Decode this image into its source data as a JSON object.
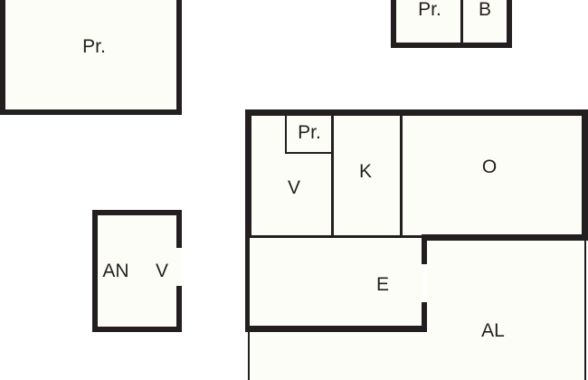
{
  "diagram": {
    "type": "floor-plan",
    "rooms": [
      {
        "id": "pr-top-left",
        "label": "Pr."
      },
      {
        "id": "pr-top-right",
        "label": "Pr."
      },
      {
        "id": "b-top-right",
        "label": "B"
      },
      {
        "id": "pr-small",
        "label": "Pr."
      },
      {
        "id": "v-main",
        "label": "V"
      },
      {
        "id": "k",
        "label": "K"
      },
      {
        "id": "o",
        "label": "O"
      },
      {
        "id": "an",
        "label": "AN"
      },
      {
        "id": "v-an",
        "label": "V"
      },
      {
        "id": "e",
        "label": "E"
      },
      {
        "id": "al",
        "label": "AL"
      }
    ]
  }
}
